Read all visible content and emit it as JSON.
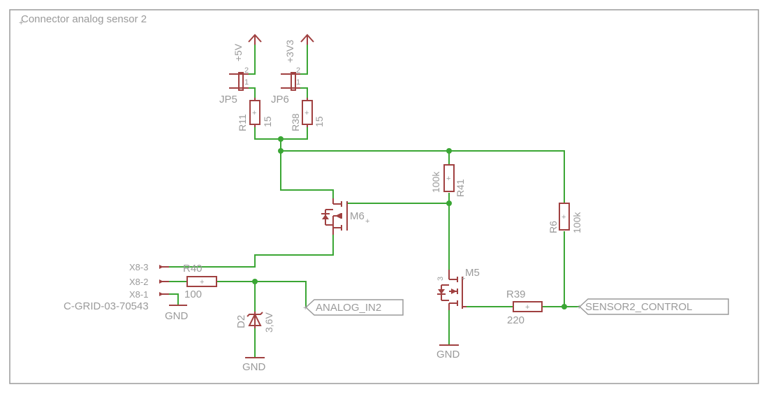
{
  "sheet": {
    "title": "Connector analog sensor 2"
  },
  "supplies": {
    "p5v": "+5V",
    "p3v3": "+3V3"
  },
  "jumpers": {
    "jp5": {
      "name": "JP5",
      "pin1": "1",
      "pin2": "2"
    },
    "jp6": {
      "name": "JP6",
      "pin1": "1",
      "pin2": "2"
    }
  },
  "resistors": {
    "r11": {
      "name": "R11",
      "value": "15"
    },
    "r38": {
      "name": "R38",
      "value": "15"
    },
    "r41": {
      "name": "R41",
      "value": "100k"
    },
    "r6": {
      "name": "R6",
      "value": "100k"
    },
    "r40": {
      "name": "R40",
      "value": "100"
    },
    "r39": {
      "name": "R39",
      "value": "220"
    }
  },
  "transistors": {
    "m6": {
      "name": "M6"
    },
    "m5": {
      "name": "M5",
      "pin": "3"
    }
  },
  "diode": {
    "name": "D2",
    "value": "3,6V"
  },
  "connector": {
    "part": "C-GRID-03-70543",
    "pins": [
      "X8-3",
      "X8-2",
      "X8-1"
    ]
  },
  "grounds": [
    "GND",
    "GND",
    "GND"
  ],
  "ports": {
    "analog_in": "ANALOG_IN2",
    "sensor_control": "SENSOR2_CONTROL"
  },
  "colors": {
    "wire": "#3aa634",
    "component": "#a04040",
    "label": "#9a9a9a",
    "frame": "#9a9a9a"
  }
}
